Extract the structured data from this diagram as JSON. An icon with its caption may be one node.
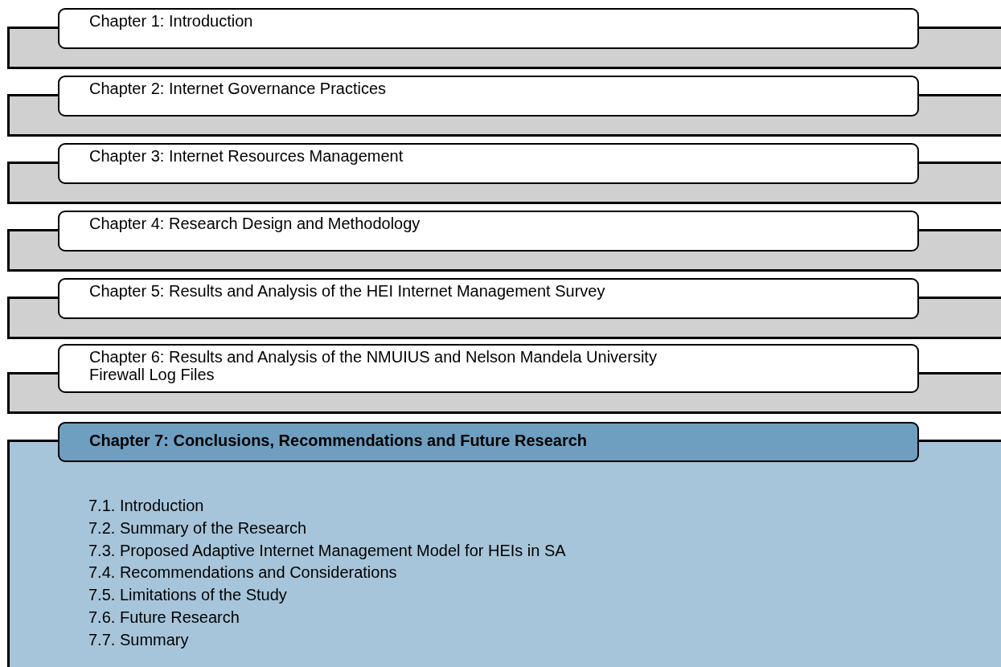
{
  "diagram": {
    "nodes": [
      {
        "text": [
          "Chapter 1: Introduction"
        ]
      },
      {
        "text": [
          "Chapter 2: Internet Governance Practices"
        ]
      },
      {
        "text": [
          "Chapter 3: Internet Resources Management"
        ]
      },
      {
        "text": [
          "Chapter 4: Research Design and Methodology"
        ]
      },
      {
        "text": [
          "Chapter 5: Results and Analysis of the HEI Internet Management Survey"
        ]
      },
      {
        "text": [
          "Chapter 6: Results and Analysis of the NMUIUS and Nelson Mandela University Firewall Log Files"
        ]
      },
      {
        "text": [
          "Chapter 7: Conclusions, Recommendations and Future Research",
          "7.1. Introduction",
          "7.2. Summary of the Research",
          "7.3. Proposed Adaptive Internet Management Model for HEIs in SA",
          "7.4. Recommendations and Considerations",
          "7.5. Limitations of the Study",
          "7.6. Future Research",
          "7.7. Summary"
        ]
      }
    ]
  }
}
